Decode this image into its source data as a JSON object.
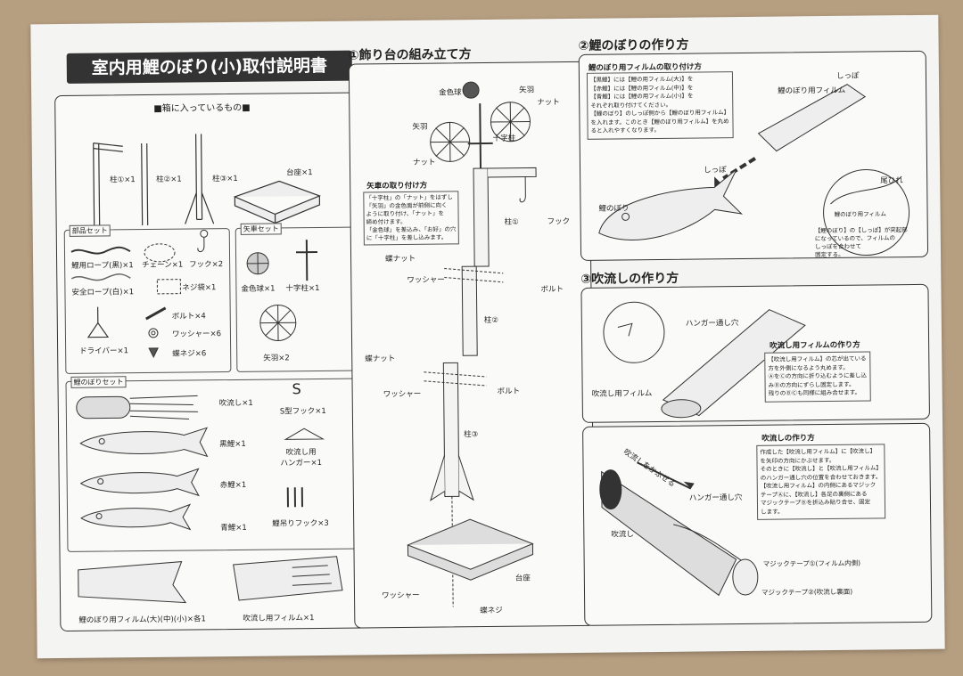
{
  "title": "室内用鯉のぼり(小)取付説明書",
  "box_contents": {
    "heading": "■箱に入っているもの■",
    "pole1": "柱①×1",
    "pole2": "柱②×1",
    "pole3": "柱③×1",
    "base": "台座×1",
    "parts_set": {
      "label": "部品セット",
      "rope_black": "鯉用ロープ(黒)×1",
      "chain": "チェーン×1",
      "hook": "フック×2",
      "rope_safety": "安全ロープ(白)×1",
      "screw_bag": "ネジ袋×1",
      "driver": "ドライバー×1",
      "bolt": "ボルト×4",
      "washer": "ワッシャー×6",
      "wing_screw": "蝶ネジ×6"
    },
    "arrow_set": {
      "label": "矢車セット",
      "ball": "金色球×1",
      "cross": "十字柱×1",
      "feather": "矢羽×2"
    },
    "koi_set": {
      "label": "鯉のぼりセット",
      "streamer": "吹流し×1",
      "s_hook": "S型フック×1",
      "black": "黒鯉×1",
      "hanger": "吹流し用\nハンガー×1",
      "red": "赤鯉×1",
      "blue": "青鯉×1",
      "clip_hook": "鯉吊りフック×3",
      "film": "鯉のぼり用フィルム(大)(中)(小)×各1",
      "streamer_film": "吹流し用フィルム×1"
    }
  },
  "section1": {
    "title": "①飾り台の組み立て方",
    "ball": "金色球",
    "feather": "矢羽",
    "nut": "ナット",
    "cross": "十字柱",
    "arrow_head": "矢車の取り付け方",
    "arrow_note": "「十字柱」の「ナット」をはずし\n「矢羽」の金色面が前側に向く\nように取り付け、「ナット」を\n締め付けます。\n「金色球」を差込み、「お好」の穴\nに「十字柱」を差し込みます。",
    "hook": "フック",
    "pole1": "柱①",
    "wing_nut": "蝶ナット",
    "washer": "ワッシャー",
    "bolt": "ボルト",
    "pole2": "柱②",
    "pole3": "柱③",
    "base": "台座",
    "wing_screw": "蝶ネジ"
  },
  "section2": {
    "title": "②鯉のぼりの作り方",
    "film_head": "鯉のぼり用フィルムの取り付け方",
    "film_note": "【黒鯉】には【鯉の用フィルム(大)】を\n【赤鯉】には【鯉の用フィルム(中)】を\n【青鯉】には【鯉の用フィルム(小)】を\nそれぞれ取り付けてください。\n【鯉のぼり】のしっぽ側から【鯉のぼり用フィルム】\nを入れます。このとき【鯉のぼり用フィルム】を丸め\nると入れやすくなります。",
    "tail": "しっぽ",
    "film": "鯉のぼり用フィルム",
    "tail2": "しっぽ",
    "koi": "鯉のぼり",
    "fin": "尾ひれ",
    "film_small": "鯉のぼり用フィルム",
    "circle_note": "【鯉のぼり】の【しっぽ】が突起部\nになっているので、フィルムの\nしっぽを合わせて\n固定する。"
  },
  "section3": {
    "title": "③吹流しの作り方",
    "hanger_hole": "ハンガー通し穴",
    "film_label": "吹流し用フィルム",
    "make_head": "吹流し用フィルムの作り方",
    "make_note": "【吹流し用フィルム】の芯が出ている\n方を外側になるよう丸めます。\nⒶをⒸの方向に折り込むように差し込\nみⒷの方向にずらし固定します。\n残りのⒷⒸも同様に組み合せます。",
    "how_head": "吹流しの作り方",
    "how_note": "作成した【吹流し用フィルム】に【吹流し】\nを矢印の方向にかぶせます。\nそのときに【吹流し】と【吹流し用フィルム】\nのハンガー通し穴の位置を合わせておきます。\n【吹流し用フィルム】の内側にあるマジック\nテープⒶに、【吹流し】各足の裏側にある\nマジックテープⒷを折込み貼り合せ、固定\nします。",
    "cover": "吹流しをかぶせる",
    "hanger_hole2": "ハンガー通し穴",
    "streamer": "吹流し",
    "magic1": "マジックテープ①(フィルム内側)",
    "magic2": "マジックテープ②(吹流し裏面)"
  }
}
